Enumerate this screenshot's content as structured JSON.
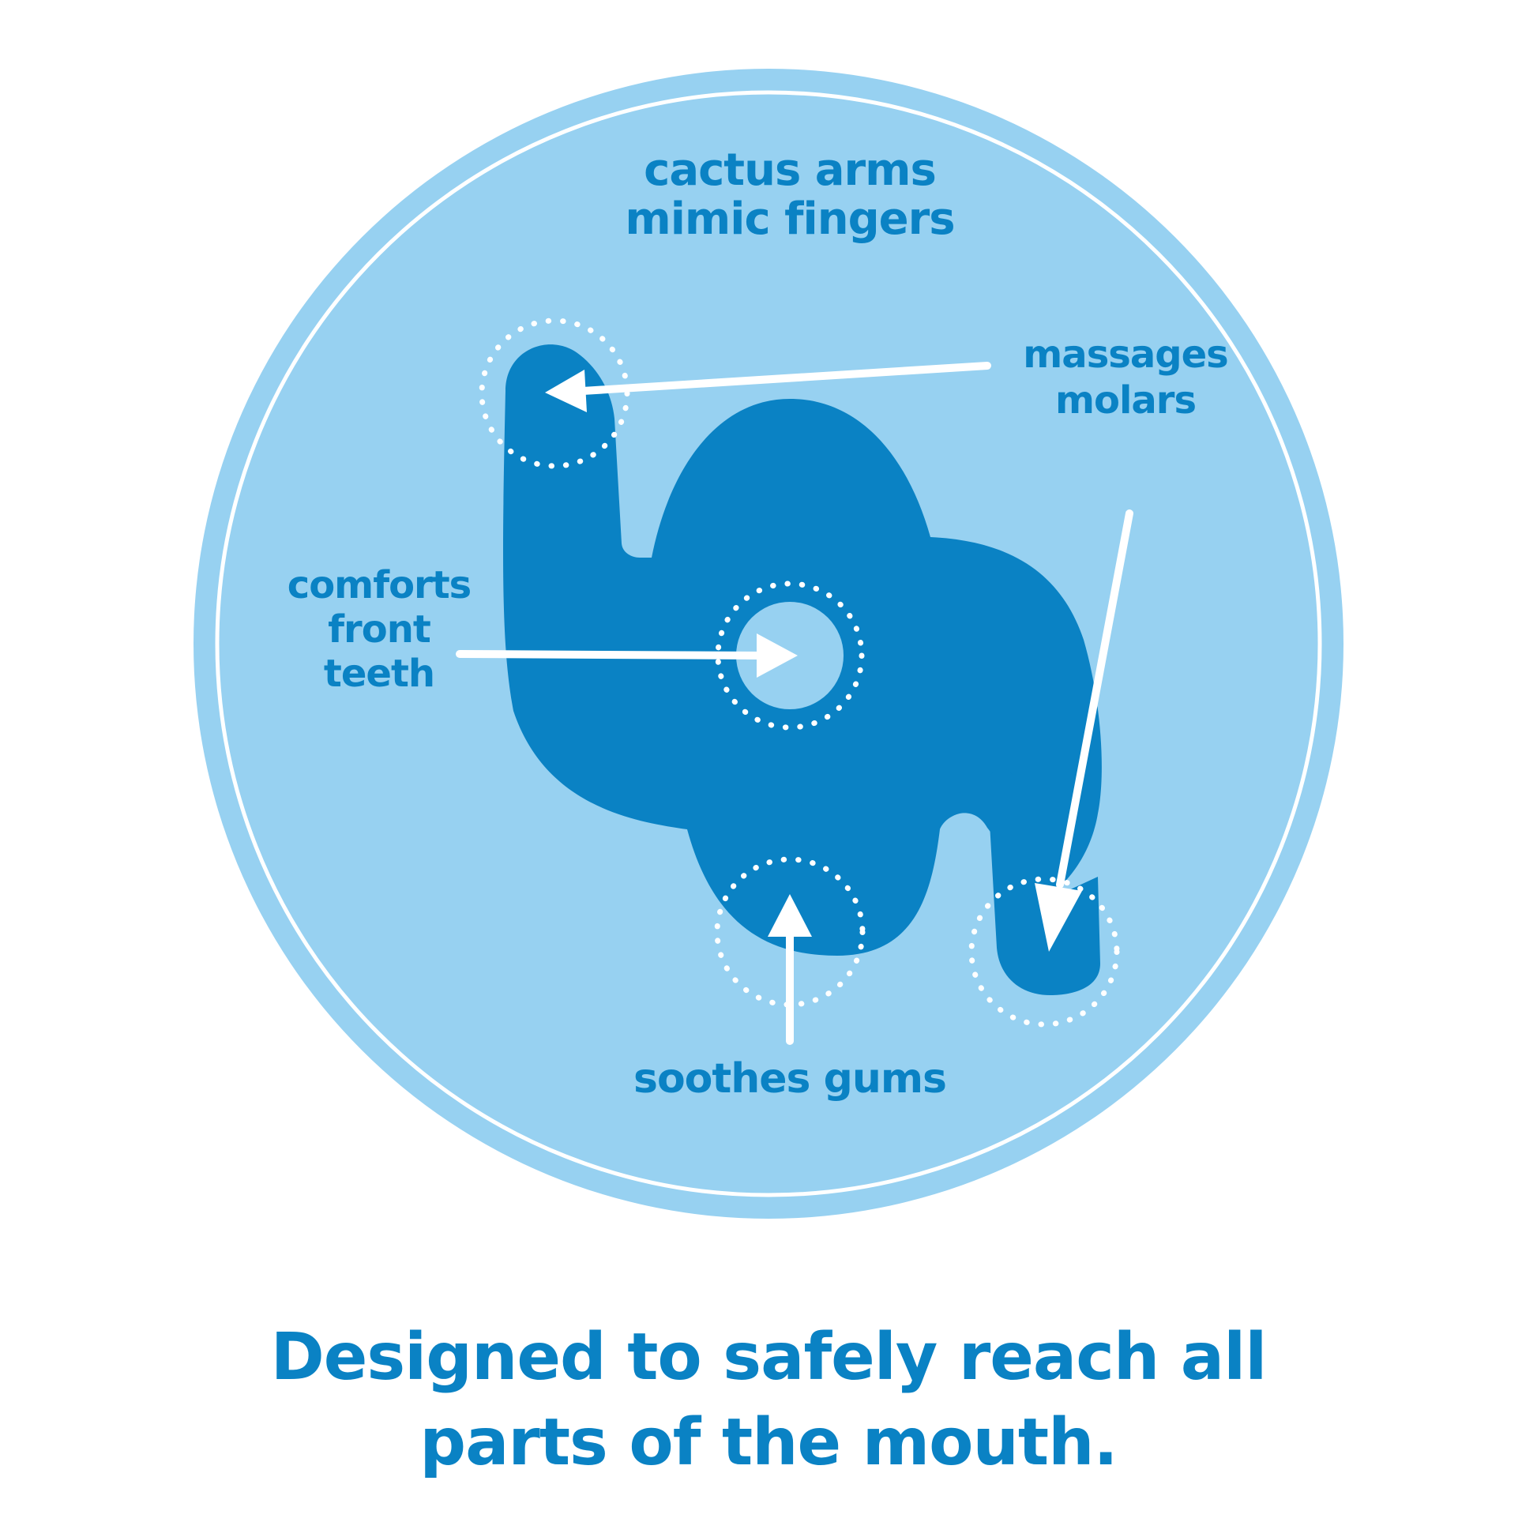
{
  "labels": {
    "cactus_arms": [
      "cactus arms",
      "mimic fingers"
    ],
    "massages_molars": [
      "massages",
      "molars"
    ],
    "comforts_front_teeth": [
      "comforts",
      "front",
      "teeth"
    ],
    "soothes_gums": "soothes gums"
  },
  "caption": [
    "Designed to safely reach all",
    "parts of the mouth."
  ],
  "colors": {
    "background": "#ffffff",
    "circle_fill": "#97d1f1",
    "teether_fill": "#0a82c4",
    "text": "#0a82c4",
    "accent_white": "#ffffff"
  },
  "icons": {
    "teether": "cactus-teether-silhouette",
    "arrows": "white-pointer-arrow",
    "zones": "dotted-circle-highlight"
  }
}
